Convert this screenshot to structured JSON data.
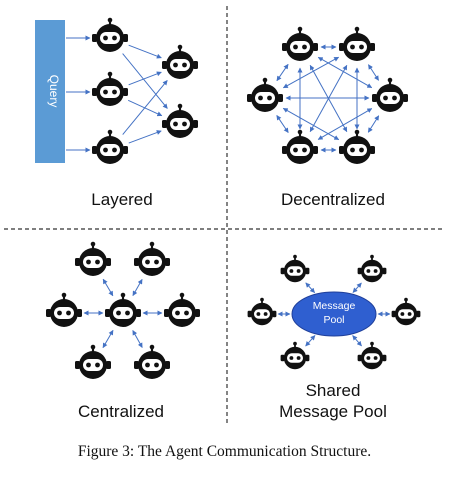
{
  "panels": {
    "layered": {
      "label": "Layered",
      "query_label": "Query"
    },
    "decentralized": {
      "label": "Decentralized"
    },
    "centralized": {
      "label": "Centralized"
    },
    "shared_pool": {
      "label_line1": "Shared",
      "label_line2": "Message Pool",
      "pool_line1": "Message",
      "pool_line2": "Pool"
    }
  },
  "caption": "Figure 3: The Agent Communication Structure.",
  "colors": {
    "arrow": "#4472c4",
    "query_box": "#5b9bd5",
    "pool": "#2f5fd0",
    "robot": "#111111",
    "divider": "#333333"
  },
  "icons": {
    "agent": "robot-head-icon"
  }
}
